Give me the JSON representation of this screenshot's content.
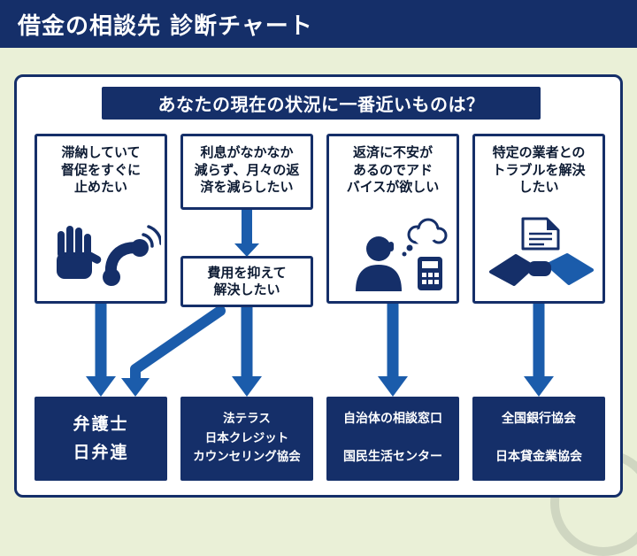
{
  "header": {
    "title": "借金の相談先 診断チャート"
  },
  "question_banner": "あなたの現在の状況に一番近いものは？",
  "colors": {
    "navy": "#152f69",
    "arrow_blue": "#1b5cab",
    "background": "#eaf0d7",
    "panel": "#ffffff"
  },
  "columns": [
    {
      "id": "stop-collection",
      "situation": "滞納していて\n督促をすぐに\n止めたい",
      "icon": "stop-call-icon",
      "result": "弁護士\n日弁連"
    },
    {
      "id": "reduce-repayment",
      "situation": "利息がなかなか\n減らず、月々の返\n済を減らしたい",
      "sub_condition": "費用を抑えて\n解決したい",
      "result": "法テラス\n日本クレジット\nカウンセリング協会"
    },
    {
      "id": "want-advice",
      "situation": "返済に不安が\nあるのでアド\nバイスが欲しい",
      "icon": "advisor-icon",
      "result": "自治体の相談窓口\n\n国民生活センター"
    },
    {
      "id": "business-trouble",
      "situation": "特定の業者との\nトラブルを解決\nしたい",
      "icon": "handshake-document-icon",
      "result": "全国銀行協会\n\n日本貸金業協会"
    }
  ],
  "flows": [
    {
      "from": "situation-stop-collection",
      "to": "result-stop-collection"
    },
    {
      "from": "situation-reduce-repayment",
      "to": "sub-condition-reduce-repayment"
    },
    {
      "from": "situation-reduce-repayment",
      "to": "result-stop-collection"
    },
    {
      "from": "sub-condition-reduce-repayment",
      "to": "result-reduce-repayment"
    },
    {
      "from": "situation-want-advice",
      "to": "result-want-advice"
    },
    {
      "from": "situation-business-trouble",
      "to": "result-business-trouble"
    }
  ]
}
